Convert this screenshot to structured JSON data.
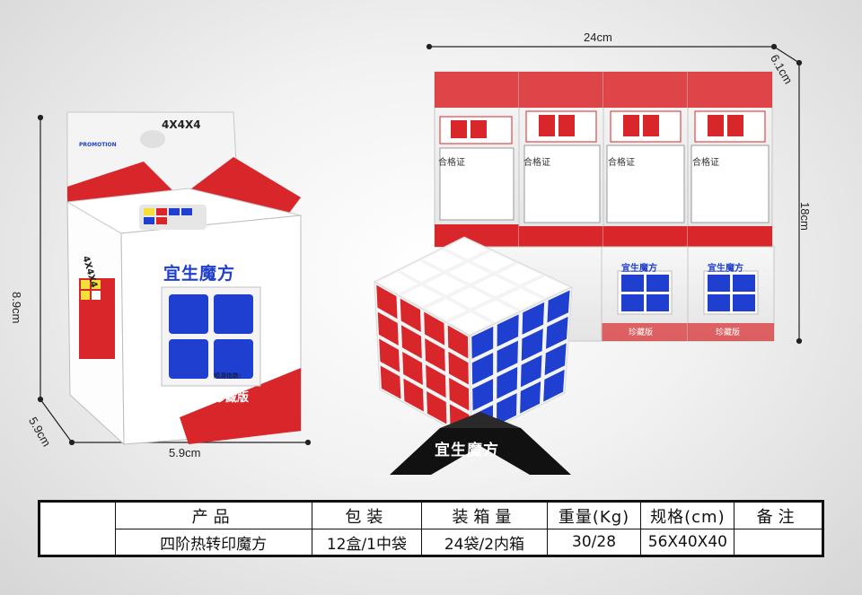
{
  "dimensions": {
    "box_width": "24cm",
    "box_depth": "6.1cm",
    "box_height": "18cm",
    "pack_height": "8.9cm",
    "pack_depth": "5.9cm",
    "pack_width": "5.9cm"
  },
  "package": {
    "cube_size": "4X4X4",
    "brand_logo_text": "PROMOTION",
    "brand_title": "宜生魔方",
    "edition": "珍藏版",
    "difficulty_label": "顺滑指数:"
  },
  "stand_label": "宜生魔方",
  "carton": {
    "certificate_title": "合格证",
    "edition": "珍藏版",
    "brand_title": "宜生魔方"
  },
  "table": {
    "headers": [
      "产品",
      "包装",
      "装箱量",
      "重量(Kg)",
      "规格(cm)",
      "备注"
    ],
    "row": [
      "四阶热转印魔方",
      "12盒/1中袋",
      "24袋/2内箱",
      "30/28",
      "56X40X40",
      ""
    ]
  },
  "colors": {
    "red": "#d8262a",
    "blue": "#1f3fd0",
    "yellow": "#f5e03a",
    "white_sticker": "#ffffff",
    "cube_body": "#f4f4f4"
  }
}
